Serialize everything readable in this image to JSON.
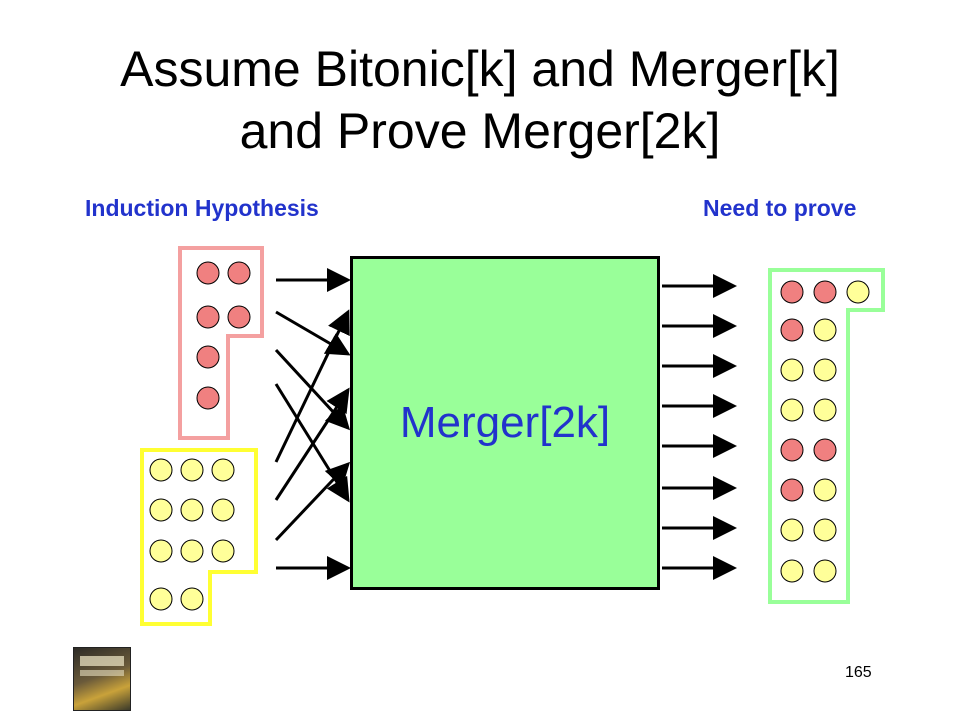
{
  "slide": {
    "title_line1": "Assume Bitonic[k] and Merger[k]",
    "title_line2": "and Prove Merger[2k]",
    "left_label": "Induction Hypothesis",
    "right_label": "Need to prove",
    "merger_label": "Merger[2k]",
    "page_number": "165"
  },
  "colors": {
    "red_ball": "#f08080",
    "yellow_ball": "#ffff99",
    "red_outline": "#f4a0a0",
    "yellow_outline": "#ffff33",
    "green_outline": "#99ff99",
    "label_blue": "#2233cc",
    "merger_fill": "#99ff99"
  },
  "groups": {
    "top_left_rows": [
      [
        "red",
        "red"
      ],
      [
        "red",
        "red"
      ],
      [
        "red"
      ],
      [
        "red"
      ]
    ],
    "bottom_left_rows": [
      [
        "yellow",
        "yellow",
        "yellow"
      ],
      [
        "yellow",
        "yellow",
        "yellow"
      ],
      [
        "yellow",
        "yellow",
        "yellow"
      ],
      [
        "yellow",
        "yellow"
      ]
    ],
    "output_rows": [
      [
        "red",
        "red",
        "yellow"
      ],
      [
        "red",
        "yellow"
      ],
      [
        "yellow",
        "yellow"
      ],
      [
        "yellow",
        "yellow"
      ],
      [
        "red",
        "red"
      ],
      [
        "red",
        "yellow"
      ],
      [
        "yellow",
        "yellow"
      ],
      [
        "yellow",
        "yellow"
      ]
    ]
  },
  "icons": {
    "book": "book-cover-icon"
  }
}
